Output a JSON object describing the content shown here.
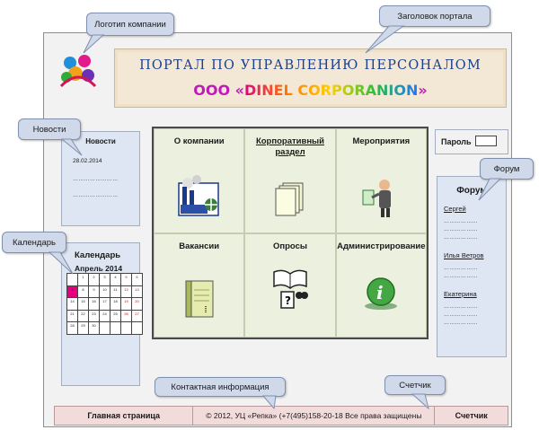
{
  "header": {
    "title": "ПОРТАЛ ПО УПРАВЛЕНИЮ ПЕРСОНАЛОМ",
    "company_prefix": "ООО «",
    "company_name": "DINEL CORPORANION",
    "company_suffix": "»"
  },
  "callouts": {
    "logo": "Логотип компании",
    "portal_title": "Заголовок портала",
    "news": "Новости",
    "calendar": "Календарь",
    "forum": "Форум",
    "contacts": "Контактная информация",
    "counter": "Счетчик"
  },
  "news": {
    "heading": "Новости",
    "date": "28.02.2014",
    "lines": [
      "……………………",
      "……………………"
    ]
  },
  "calendar": {
    "heading": "Календарь",
    "month": "Апрель 2014",
    "days": [
      "",
      "1",
      "2",
      "3",
      "4",
      "5",
      "6",
      "7",
      "8",
      "9",
      "10",
      "11",
      "12",
      "13",
      "14",
      "15",
      "16",
      "17",
      "18",
      "19",
      "20",
      "21",
      "22",
      "23",
      "24",
      "25",
      "26",
      "27",
      "28",
      "29",
      "30",
      "",
      "",
      "",
      ""
    ],
    "highlighted_day": "7",
    "highlight_color": "#e6007e"
  },
  "sections": [
    {
      "label": "О компании",
      "icon": "industry-icon"
    },
    {
      "label": "Корпоративный раздел",
      "icon": "documents-icon"
    },
    {
      "label": "Мероприятия",
      "icon": "presenter-icon"
    },
    {
      "label": "Вакансии",
      "icon": "notebook-icon"
    },
    {
      "label": "Опросы",
      "icon": "survey-icon"
    },
    {
      "label": "Администрирование",
      "icon": "info-icon"
    }
  ],
  "password": {
    "label": "Пароль",
    "value": ""
  },
  "forum": {
    "heading": "Форум",
    "posts": [
      {
        "user": "Сергей",
        "lines": [
          "………………",
          "………………",
          "………………"
        ]
      },
      {
        "user": "Илья Ветров",
        "lines": [
          "………………",
          "………………"
        ]
      },
      {
        "user": "Екатерина",
        "lines": [
          "………………",
          "………………",
          "………………"
        ]
      }
    ]
  },
  "footer": {
    "home": "Главная страница",
    "copyright": "© 2012, УЦ «Репка» (+7(495)158-20-18 Все права защищены",
    "counter": "Счетчик"
  },
  "colors": {
    "banner_text": "#1d3f8f",
    "company_text": "#c01ab8",
    "grid_bg": "#ebf1de",
    "panel_bg": "#dde6f2",
    "footer_bg": "#f2dcdb",
    "callout_bg": "#cfd9ea"
  }
}
